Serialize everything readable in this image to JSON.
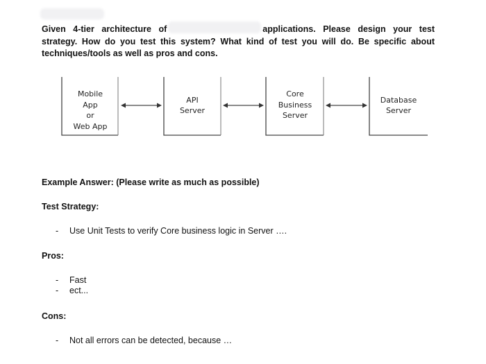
{
  "question": {
    "line1_a": "Given 4-tier architecture of",
    "line1_b": "applications. Please design your test",
    "line2": "strategy. How do you test this system? What kind of test you will do. Be specific about",
    "line3": "techniques/tools as well as pros and cons."
  },
  "diagram": {
    "tiers": [
      {
        "line1": "Mobile",
        "line2": "App",
        "line3": "or",
        "line4": "Web App"
      },
      {
        "line1": "API",
        "line2": "Server"
      },
      {
        "line1": "Core",
        "line2": "Business",
        "line3": "Server"
      },
      {
        "line1": "Database",
        "line2": "Server"
      }
    ]
  },
  "example_answer": "Example Answer: (Please write as much as possible)",
  "test_strategy": {
    "heading": "Test Strategy:",
    "items": [
      "Use Unit Tests to verify Core business logic in Server …."
    ]
  },
  "pros": {
    "heading": "Pros:",
    "items": [
      "Fast",
      "ect..."
    ]
  },
  "cons": {
    "heading": "Cons:",
    "items": [
      "Not all errors can be detected, because …"
    ]
  },
  "bullet": "-"
}
